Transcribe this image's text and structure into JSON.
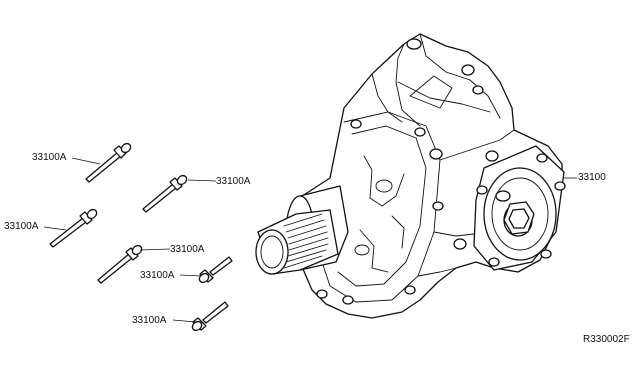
{
  "labels": {
    "transfer_assembly": "33100",
    "bolt_1": "33100A",
    "bolt_2": "33100A",
    "bolt_3": "33100A",
    "bolt_4": "33100A",
    "bolt_5": "33100A",
    "bolt_6": "33100A"
  },
  "diagram_code": "R330002F"
}
